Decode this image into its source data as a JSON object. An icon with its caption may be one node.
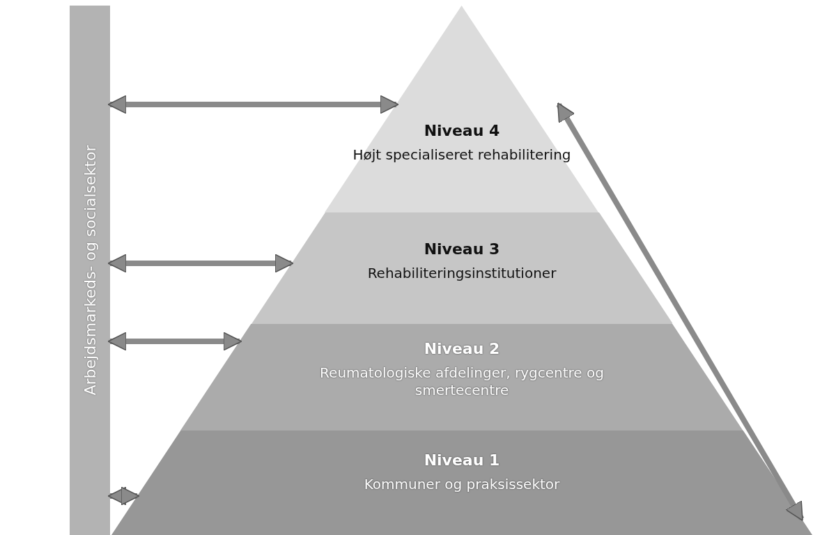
{
  "diagram": {
    "nodes": [
      {
        "text": [
          "Arbejdsmarkeds- og socialsektor"
        ]
      },
      {
        "text": [
          "Niveau 4",
          "Højt specialiseret rehabilitering"
        ]
      },
      {
        "text": [
          "Niveau 3",
          "Rehabiliteringsinstitutioner"
        ]
      },
      {
        "text": [
          "Niveau 2",
          "Reumatologiske afdelinger, rygcentre og smertecentre"
        ]
      },
      {
        "text": [
          "Niveau 1",
          "Kommuner og praksissektor"
        ]
      }
    ],
    "edges": [
      {
        "from": 0,
        "to": 1,
        "arrow": "both"
      },
      {
        "from": 0,
        "to": 2,
        "arrow": "both"
      },
      {
        "from": 0,
        "to": 3,
        "arrow": "both"
      },
      {
        "from": 0,
        "to": 4,
        "arrow": "both"
      },
      {
        "from": 1,
        "to": 4,
        "arrow": "both"
      }
    ]
  }
}
